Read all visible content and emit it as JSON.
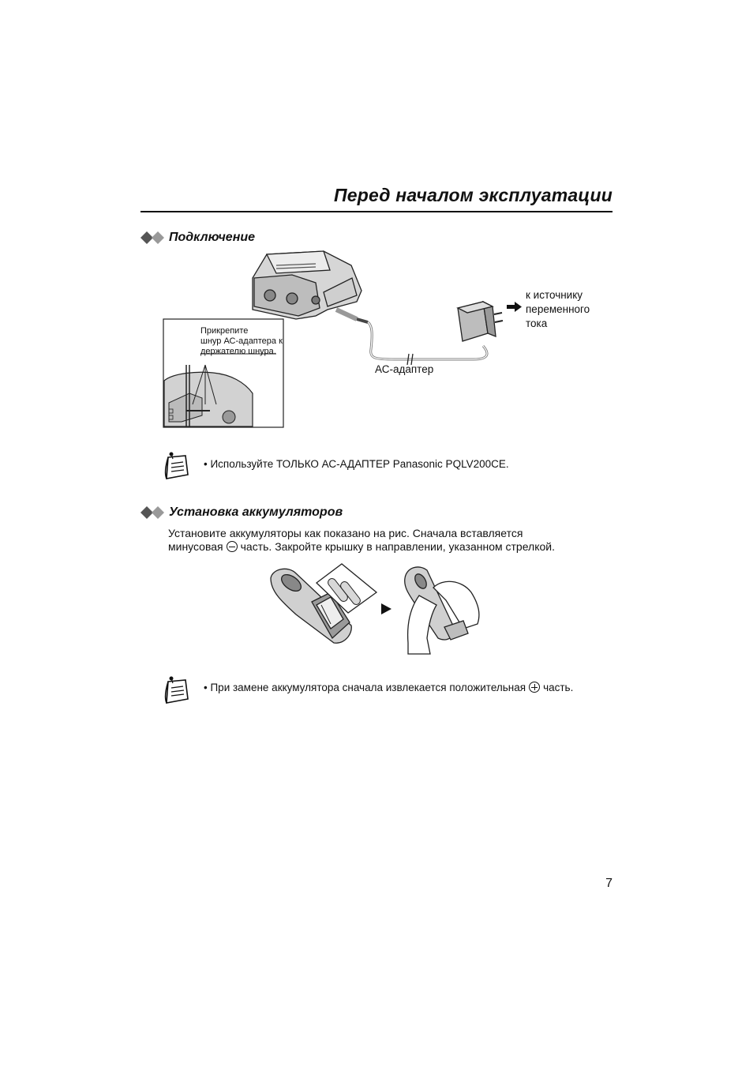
{
  "page": {
    "title": "Перед началом эксплуатации",
    "number": "7"
  },
  "connection": {
    "heading": "Подключение",
    "inset_note_line1": "Прикрепите",
    "inset_note_line2": "шнур АС-адаптера к",
    "inset_note_line3": "держателю шнура.",
    "power_label_line1": "к источнику",
    "power_label_line2": "переменного",
    "power_label_line3": "тока",
    "adapter_label": "АС-адаптер",
    "note": "• Используйте ТОЛЬКО АС-АДАПТЕР Panasonic PQLV200CE."
  },
  "batteries": {
    "heading": "Установка аккумуляторов",
    "text_line1": "Установите аккумуляторы как показано на рис. Сначала вставляется",
    "text_line2_before": "минусовая",
    "text_line2_after": "часть. Закройте крышку в направлении, указанном стрелкой.",
    "note_before": "• При замене аккумулятора сначала извлекается положительная",
    "note_after": "часть."
  }
}
